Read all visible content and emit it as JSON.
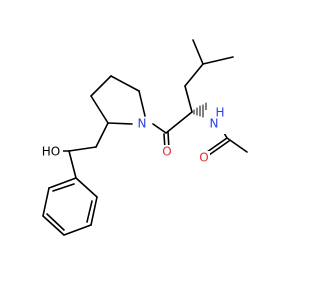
{
  "molecule": {
    "atoms": {
      "hydroxyl": {
        "text": "HO",
        "color": "#000000"
      },
      "ring_nitrogen": {
        "text": "N",
        "color": "#2a43e6"
      },
      "carbonyl_oxygen": {
        "text": "O",
        "color": "#e23030"
      },
      "amide_nitrogen": {
        "text": "N",
        "color": "#2a43e6"
      },
      "amide_hydrogen": {
        "text": "H",
        "color": "#2a43e6"
      },
      "acetyl_oxygen": {
        "text": "O",
        "color": "#e23030"
      }
    },
    "bond_color": "#000000"
  }
}
